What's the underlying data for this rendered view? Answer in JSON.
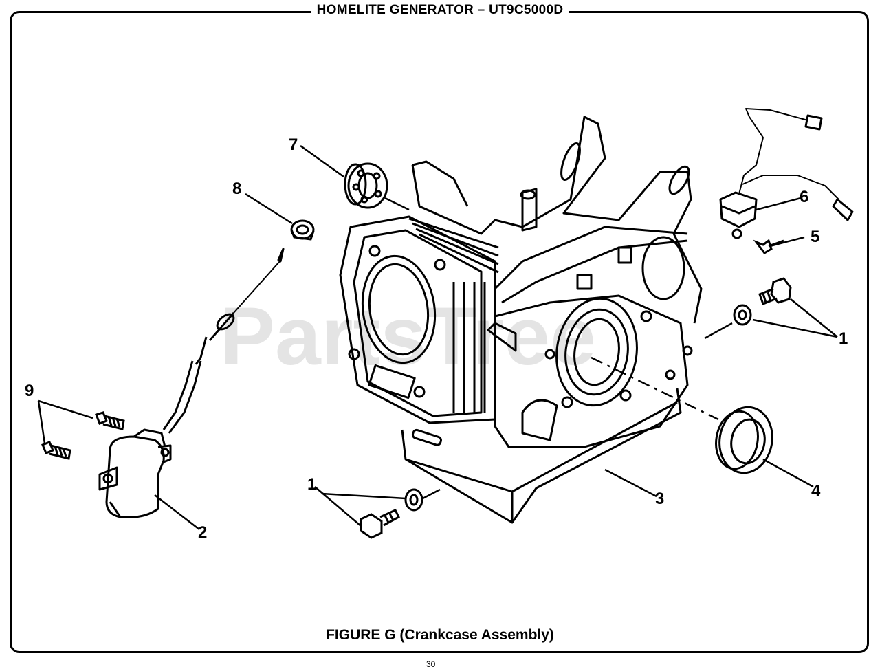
{
  "header": {
    "title": "HOMELITE GENERATOR – UT9C5000D"
  },
  "caption": "FIGURE G (Crankcase Assembly)",
  "page_number": "30",
  "watermark": "PartsTree",
  "callouts": {
    "c1a": "1",
    "c1b": "1",
    "c2": "2",
    "c3": "3",
    "c4": "4",
    "c5": "5",
    "c6": "6",
    "c7": "7",
    "c8": "8",
    "c9": "9"
  },
  "colors": {
    "ink": "#000000",
    "watermark": "#cfcfcf",
    "background": "#ffffff"
  }
}
